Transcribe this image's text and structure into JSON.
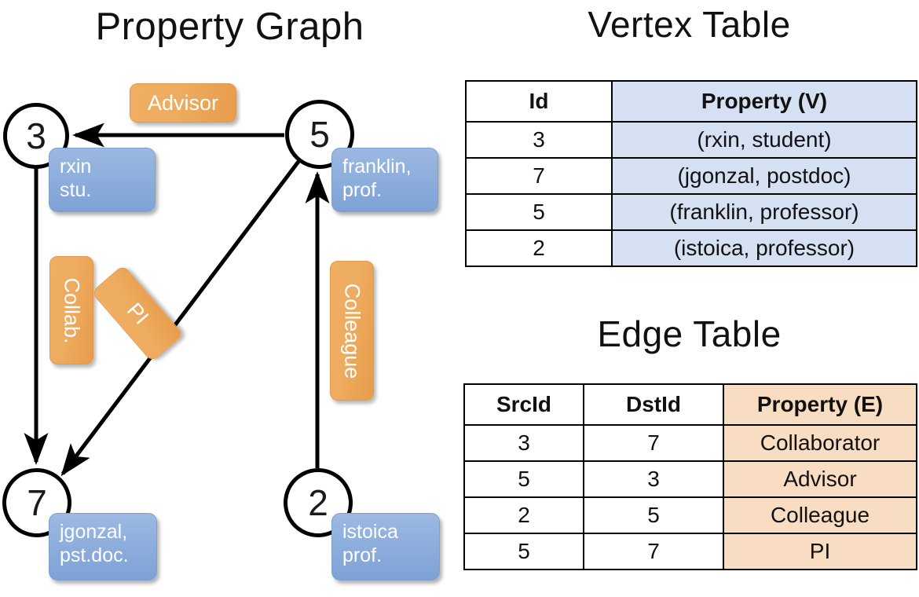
{
  "titles": {
    "property_graph": "Property Graph",
    "vertex_table": "Vertex Table",
    "edge_table": "Edge Table"
  },
  "colors": {
    "node_blue_box": "#8fafdd",
    "edge_orange_box": "#eeac60",
    "vertex_cell_blue": "#d5e0f2",
    "edge_cell_peach": "#f8ddc3",
    "stroke": "#000000"
  },
  "graph": {
    "nodes": [
      {
        "id": "3",
        "property_line1": "rxin",
        "property_line2": "stu."
      },
      {
        "id": "5",
        "property_line1": "franklin,",
        "property_line2": "prof."
      },
      {
        "id": "7",
        "property_line1": "jgonzal,",
        "property_line2": "pst.doc."
      },
      {
        "id": "2",
        "property_line1": "istoica",
        "property_line2": "prof."
      }
    ],
    "edge_labels": [
      {
        "key": "advisor",
        "text": "Advisor",
        "orientation": "horizontal"
      },
      {
        "key": "collab",
        "text": "Collab.",
        "orientation": "vertical"
      },
      {
        "key": "pi",
        "text": "PI",
        "orientation": "diagonal"
      },
      {
        "key": "colleague",
        "text": "Colleague",
        "orientation": "vertical"
      }
    ],
    "edges": [
      {
        "from": "5",
        "to": "3",
        "label": "Advisor"
      },
      {
        "from": "3",
        "to": "7",
        "label": "Collab."
      },
      {
        "from": "5",
        "to": "7",
        "label": "PI"
      },
      {
        "from": "2",
        "to": "5",
        "label": "Colleague"
      }
    ]
  },
  "vertex_table": {
    "headers": [
      "Id",
      "Property (V)"
    ],
    "rows": [
      {
        "id": "3",
        "property": "(rxin, student)"
      },
      {
        "id": "7",
        "property": "(jgonzal, postdoc)"
      },
      {
        "id": "5",
        "property": "(franklin, professor)"
      },
      {
        "id": "2",
        "property": "(istoica, professor)"
      }
    ]
  },
  "edge_table": {
    "headers": [
      "SrcId",
      "DstId",
      "Property (E)"
    ],
    "rows": [
      {
        "src": "3",
        "dst": "7",
        "property": "Collaborator"
      },
      {
        "src": "5",
        "dst": "3",
        "property": "Advisor"
      },
      {
        "src": "2",
        "dst": "5",
        "property": "Colleague"
      },
      {
        "src": "5",
        "dst": "7",
        "property": "PI"
      }
    ]
  }
}
